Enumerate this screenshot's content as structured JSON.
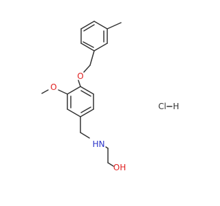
{
  "molecule": {
    "atom_labels": {
      "ether_oxygen": "O",
      "methoxy_oxygen": "O",
      "amine": "N",
      "amine_h": "H",
      "hydroxyl": "OH"
    },
    "salt": {
      "chlorine": "Cl",
      "hydrogen": "H"
    },
    "colors": {
      "bond": "#333333",
      "oxygen": "#e02020",
      "nitrogen": "#2b34c8",
      "carbon_text": "#333333"
    }
  }
}
